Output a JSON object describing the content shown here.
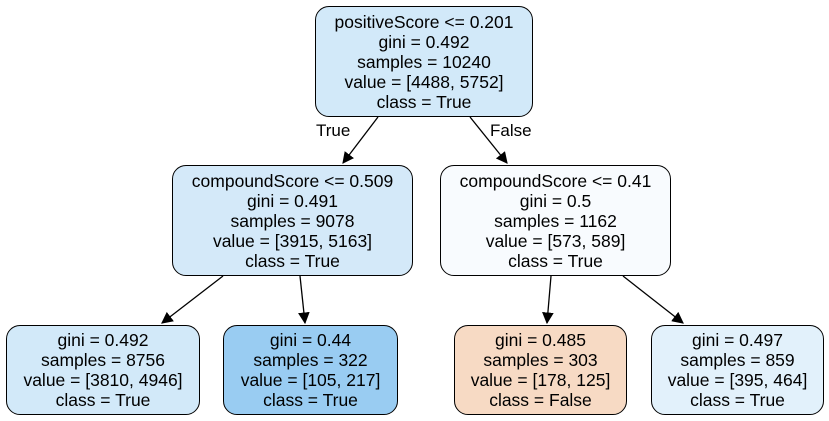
{
  "tree": {
    "edge_labels": {
      "left": "True",
      "right": "False"
    },
    "nodes": {
      "root": {
        "split": "positiveScore <= 0.201",
        "gini": "gini = 0.492",
        "samples": "samples = 10240",
        "value": "value = [4488, 5752]",
        "class": "class = True",
        "fill": "#d2e9f9"
      },
      "left": {
        "split": "compoundScore <= 0.509",
        "gini": "gini = 0.491",
        "samples": "samples = 9078",
        "value": "value = [3915, 5163]",
        "class": "class = True",
        "fill": "#d4e9f9"
      },
      "right": {
        "split": "compoundScore <= 0.41",
        "gini": "gini = 0.5",
        "samples": "samples = 1162",
        "value": "value = [573, 589]",
        "class": "class = True",
        "fill": "#f8fbfe"
      },
      "ll": {
        "gini": "gini = 0.492",
        "samples": "samples = 8756",
        "value": "value = [3810, 4946]",
        "class": "class = True",
        "fill": "#d2e9f9"
      },
      "lr": {
        "gini": "gini = 0.44",
        "samples": "samples = 322",
        "value": "value = [105, 217]",
        "class": "class = True",
        "fill": "#99ccf2"
      },
      "rl": {
        "gini": "gini = 0.485",
        "samples": "samples = 303",
        "value": "value = [178, 125]",
        "class": "class = False",
        "fill": "#f7dac4"
      },
      "rr": {
        "gini": "gini = 0.497",
        "samples": "samples = 859",
        "value": "value = [395, 464]",
        "class": "class = True",
        "fill": "#e2f1fb"
      }
    }
  }
}
